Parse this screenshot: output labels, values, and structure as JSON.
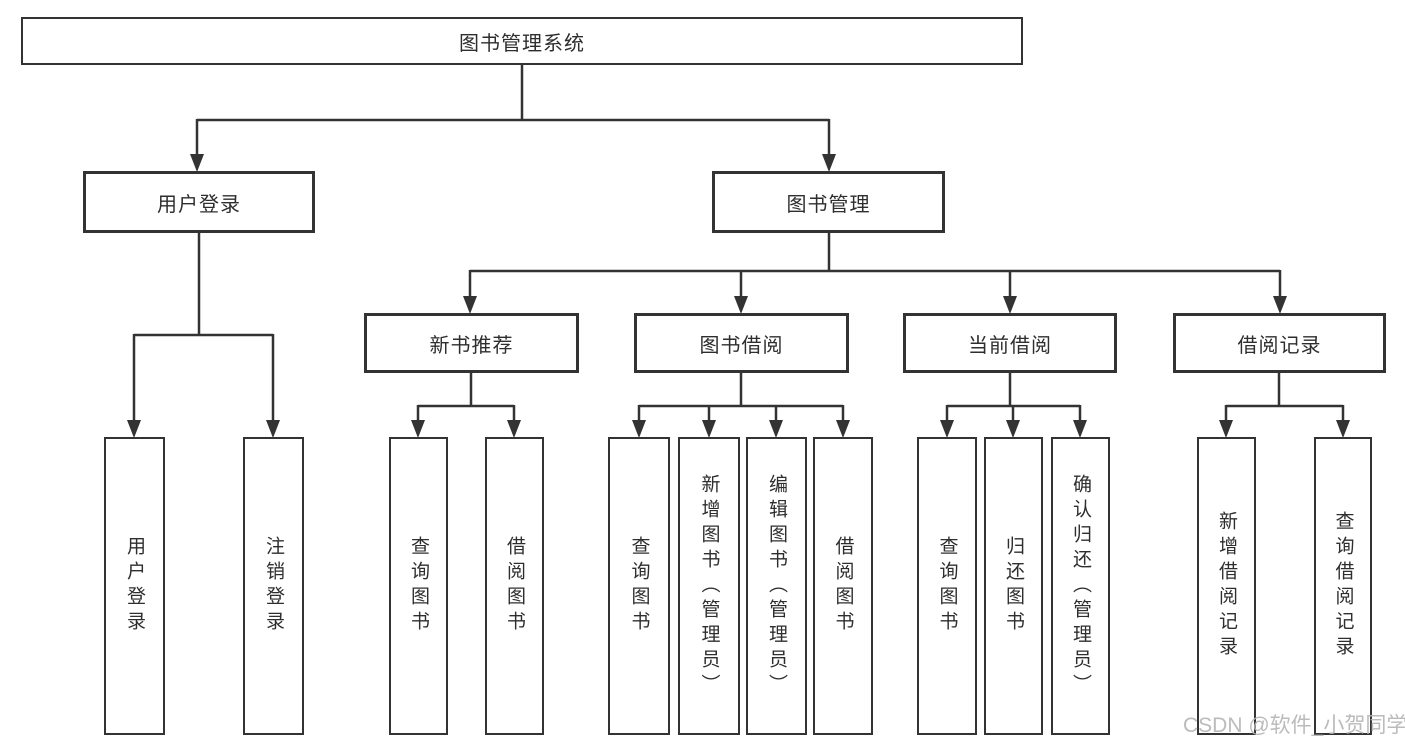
{
  "diagram": {
    "type": "hierarchy-tree",
    "colors": {
      "line": "#333333",
      "box_border": "#333333",
      "box_background": "#ffffff",
      "text": "#2e2e2e",
      "watermark": "#b4b4b4"
    },
    "tree": {
      "label": "图书管理系统",
      "children": [
        {
          "label": "用户登录",
          "children": [
            {
              "label": "用户登录"
            },
            {
              "label": "注销登录"
            }
          ]
        },
        {
          "label": "图书管理",
          "children": [
            {
              "label": "新书推荐",
              "children": [
                {
                  "label": "查询图书"
                },
                {
                  "label": "借阅图书"
                }
              ]
            },
            {
              "label": "图书借阅",
              "children": [
                {
                  "label": "查询图书"
                },
                {
                  "label": "新增图书（管理员）"
                },
                {
                  "label": "编辑图书（管理员）"
                },
                {
                  "label": "借阅图书"
                }
              ]
            },
            {
              "label": "当前借阅",
              "children": [
                {
                  "label": "查询图书"
                },
                {
                  "label": "归还图书"
                },
                {
                  "label": "确认归还（管理员）"
                }
              ]
            },
            {
              "label": "借阅记录",
              "children": [
                {
                  "label": "新增借阅记录"
                },
                {
                  "label": "查询借阅记录"
                }
              ]
            }
          ]
        }
      ]
    },
    "watermark": "CSDN @软件_小贺同学"
  }
}
